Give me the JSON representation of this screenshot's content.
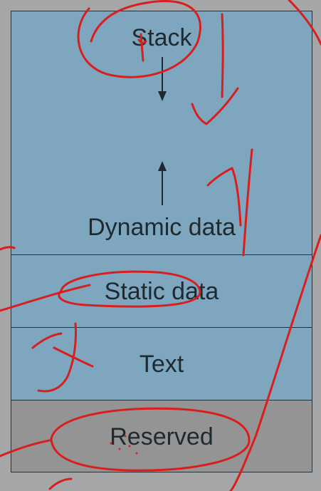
{
  "segments": {
    "stack": "Stack",
    "dynamic": "Dynamic data",
    "static": "Static data",
    "text": "Text",
    "reserved": "Reserved"
  },
  "colors": {
    "segment_blue": "#7ea7bf",
    "segment_gray": "#949494",
    "annotation_red": "#d81e1e"
  }
}
